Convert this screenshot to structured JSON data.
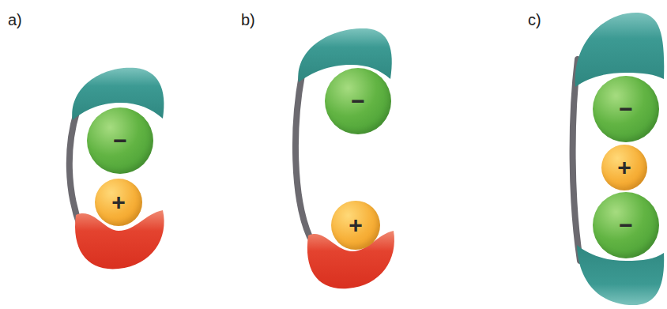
{
  "diagram": {
    "nodes": [
      {
        "text": [
          "−"
        ]
      },
      {
        "text": [
          "+"
        ]
      },
      {
        "text": [
          "−"
        ]
      },
      {
        "text": [
          "+"
        ]
      },
      {
        "text": [
          "−"
        ]
      },
      {
        "text": [
          "+"
        ]
      },
      {
        "text": [
          "−"
        ]
      }
    ],
    "labels": [
      "a)",
      "b)",
      "c)"
    ]
  }
}
